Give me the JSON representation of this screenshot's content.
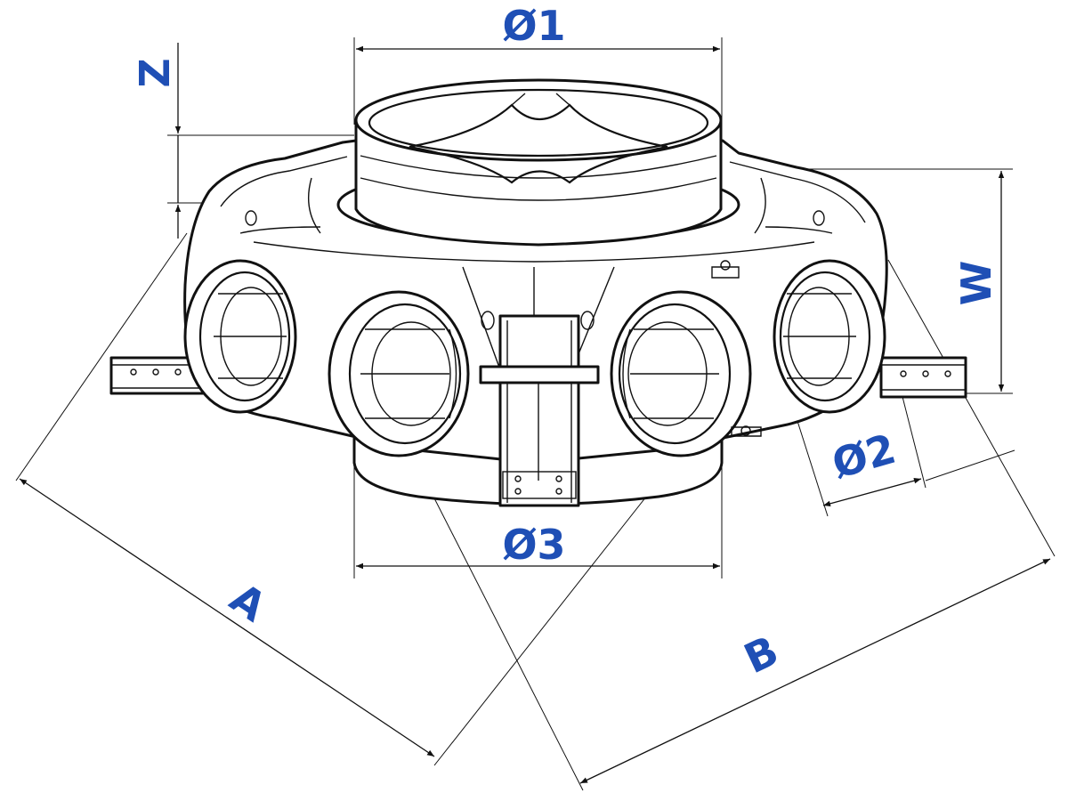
{
  "labels": {
    "d1": "Ø1",
    "d2": "Ø2",
    "d3": "Ø3",
    "z": "Z",
    "w": "W",
    "a": "A",
    "b": "B"
  },
  "colors": {
    "label": "#1f4fb5",
    "line": "#111111"
  }
}
